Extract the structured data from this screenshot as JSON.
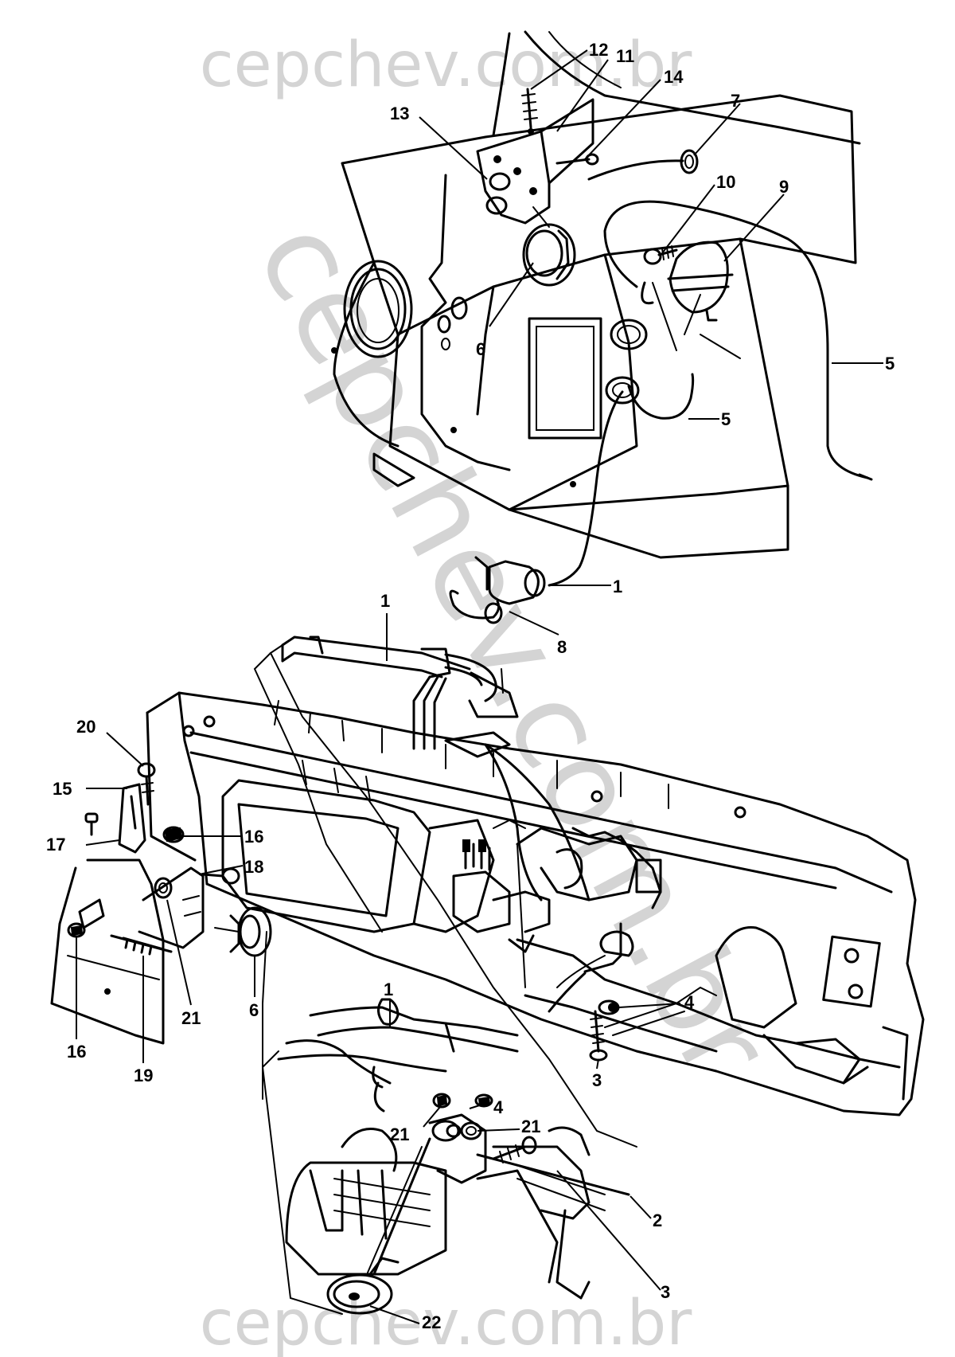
{
  "watermark": {
    "top": "cepchev.com.br",
    "diagonal": "cepchev.com.br",
    "bottom": "cepchev.com.br"
  },
  "callouts": [
    "1",
    "1",
    "1",
    "2",
    "3",
    "3",
    "4",
    "4",
    "5",
    "5",
    "6",
    "6",
    "7",
    "8",
    "9",
    "10",
    "11",
    "12",
    "13",
    "14",
    "15",
    "16",
    "16",
    "17",
    "18",
    "19",
    "20",
    "21",
    "21",
    "21",
    "22"
  ]
}
